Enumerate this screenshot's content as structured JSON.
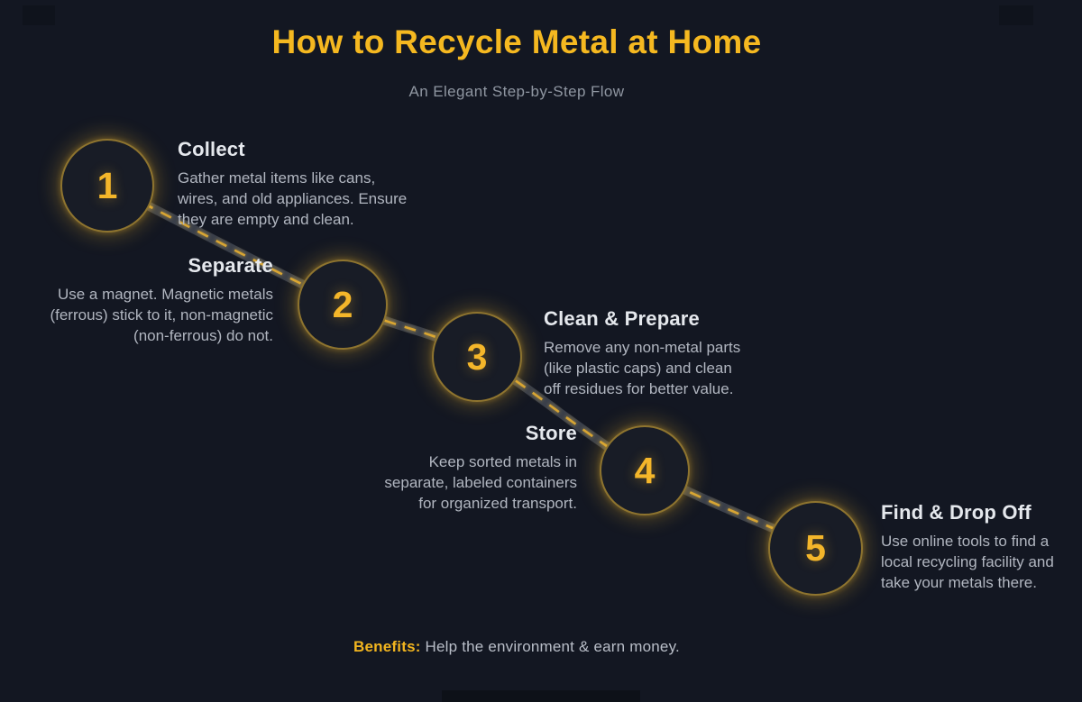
{
  "infographic": {
    "title": "How to Recycle Metal at Home",
    "subtitle": "An Elegant Step-by-Step Flow"
  },
  "steps": [
    {
      "number": "1",
      "title": "Collect",
      "description_lines": [
        "Gather metal items like cans,",
        "wires, and old appliances. Ensure",
        "they are empty and clean."
      ]
    },
    {
      "number": "2",
      "title": "Separate",
      "description_lines": [
        "Use a magnet. Magnetic metals",
        "(ferrous) stick to it, non-magnetic",
        "(non-ferrous) do not."
      ]
    },
    {
      "number": "3",
      "title": "Clean & Prepare",
      "description_lines": [
        "Remove any non-metal parts",
        "(like plastic caps) and clean",
        "off residues for better value."
      ]
    },
    {
      "number": "4",
      "title": "Store",
      "description_lines": [
        "Keep sorted metals in",
        "separate, labeled containers",
        "for organized transport."
      ]
    },
    {
      "number": "5",
      "title": "Find & Drop Off",
      "description_lines": [
        "Use online tools to find a",
        "local recycling facility and",
        "take your metals there."
      ]
    }
  ],
  "footer": {
    "benefits_label": "Benefits:",
    "benefits_text": " Help the environment & earn money."
  },
  "colors": {
    "background": "#131722",
    "title_gold": "#f5b820",
    "accent_gold": "#f4b62a",
    "step_title": "#e5e8ed",
    "body_text": "#b1b6c0",
    "subtitle_text": "#8f96a1",
    "road_gray": "#3a3f4a",
    "road_dash_gold": "#d8a533",
    "circle_fill": "#181c26"
  }
}
